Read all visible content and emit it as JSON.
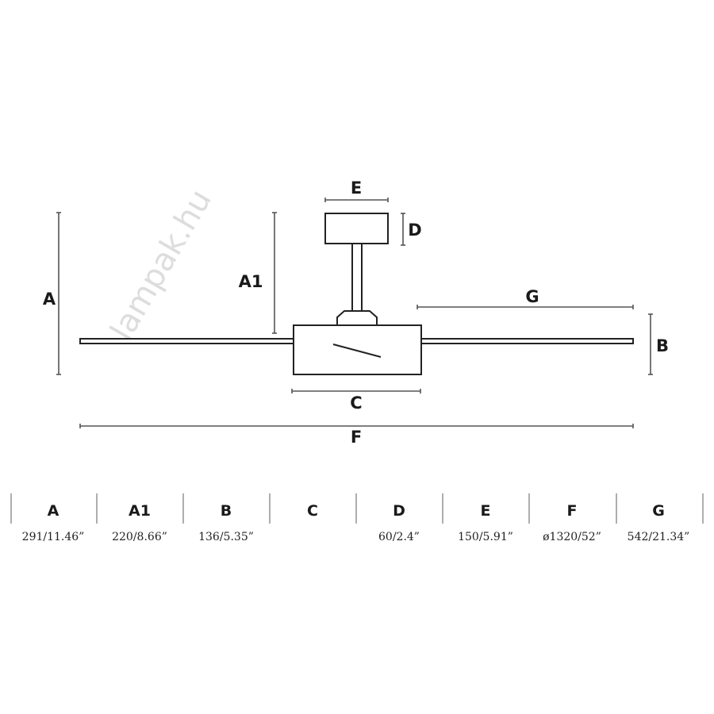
{
  "diagram": {
    "labels": {
      "A": "A",
      "A1": "A1",
      "B": "B",
      "C": "C",
      "D": "D",
      "E": "E",
      "F": "F",
      "G": "G"
    },
    "watermark": "lampak.hu"
  },
  "table": {
    "columns": [
      {
        "header": "A",
        "value": "291/11.46”"
      },
      {
        "header": "A1",
        "value": "220/8.66”"
      },
      {
        "header": "B",
        "value": "136/5.35”"
      },
      {
        "header": "C",
        "value": ""
      },
      {
        "header": "D",
        "value": "60/2.4”"
      },
      {
        "header": "E",
        "value": "150/5.91”"
      },
      {
        "header": "F",
        "value": "ø1320/52”"
      },
      {
        "header": "G",
        "value": "542/21.34”"
      }
    ]
  }
}
